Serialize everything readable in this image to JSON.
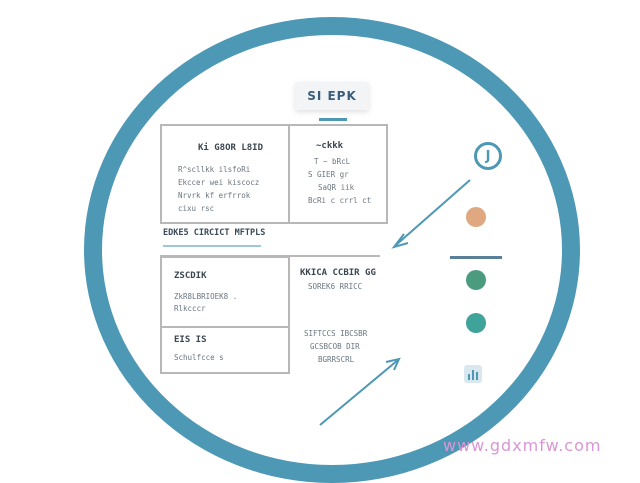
{
  "title": "SI EPK",
  "top_left_box": {
    "heading": "Ki G8OR L8ID",
    "lines": [
      "R^scllkk ilsfoRi",
      "Ekccer wei kiscocz",
      "Nrvrk kf erfrrok",
      "cixu rsc"
    ]
  },
  "top_right_box": {
    "heading": "~ckkk",
    "lines": [
      "T ~ bRcL",
      "S GIER gr",
      "SaQR iik",
      "BcRi c crrl ct"
    ]
  },
  "section_label": "EDKE5 CIRCICT MFTPLS",
  "lower_left_upper_box": {
    "heading": "ZSCDIK",
    "lines": [
      "ZkR8LBRIOEK8 .",
      "Rlkcccr"
    ]
  },
  "lower_left_lower_box": {
    "heading": "EIS IS",
    "lines": [
      "Schulfcce s"
    ]
  },
  "lower_right_text_1": [
    "KKICA CCBIR GG",
    "SOREK6 RRICC"
  ],
  "lower_right_text_2": [
    "SIFTCCS IBCSBR",
    "GCSBCOB DIR",
    "BGRRSCRL"
  ],
  "icon_circle_glyph": "J",
  "colors": {
    "ring": "#4d98b4",
    "dot_orange": "#e0a880",
    "dot_green": "#4b9c7e",
    "dot_teal": "#3fa39a",
    "arrow": "#4d98b4"
  },
  "watermark": "www.gdxmfw.com"
}
